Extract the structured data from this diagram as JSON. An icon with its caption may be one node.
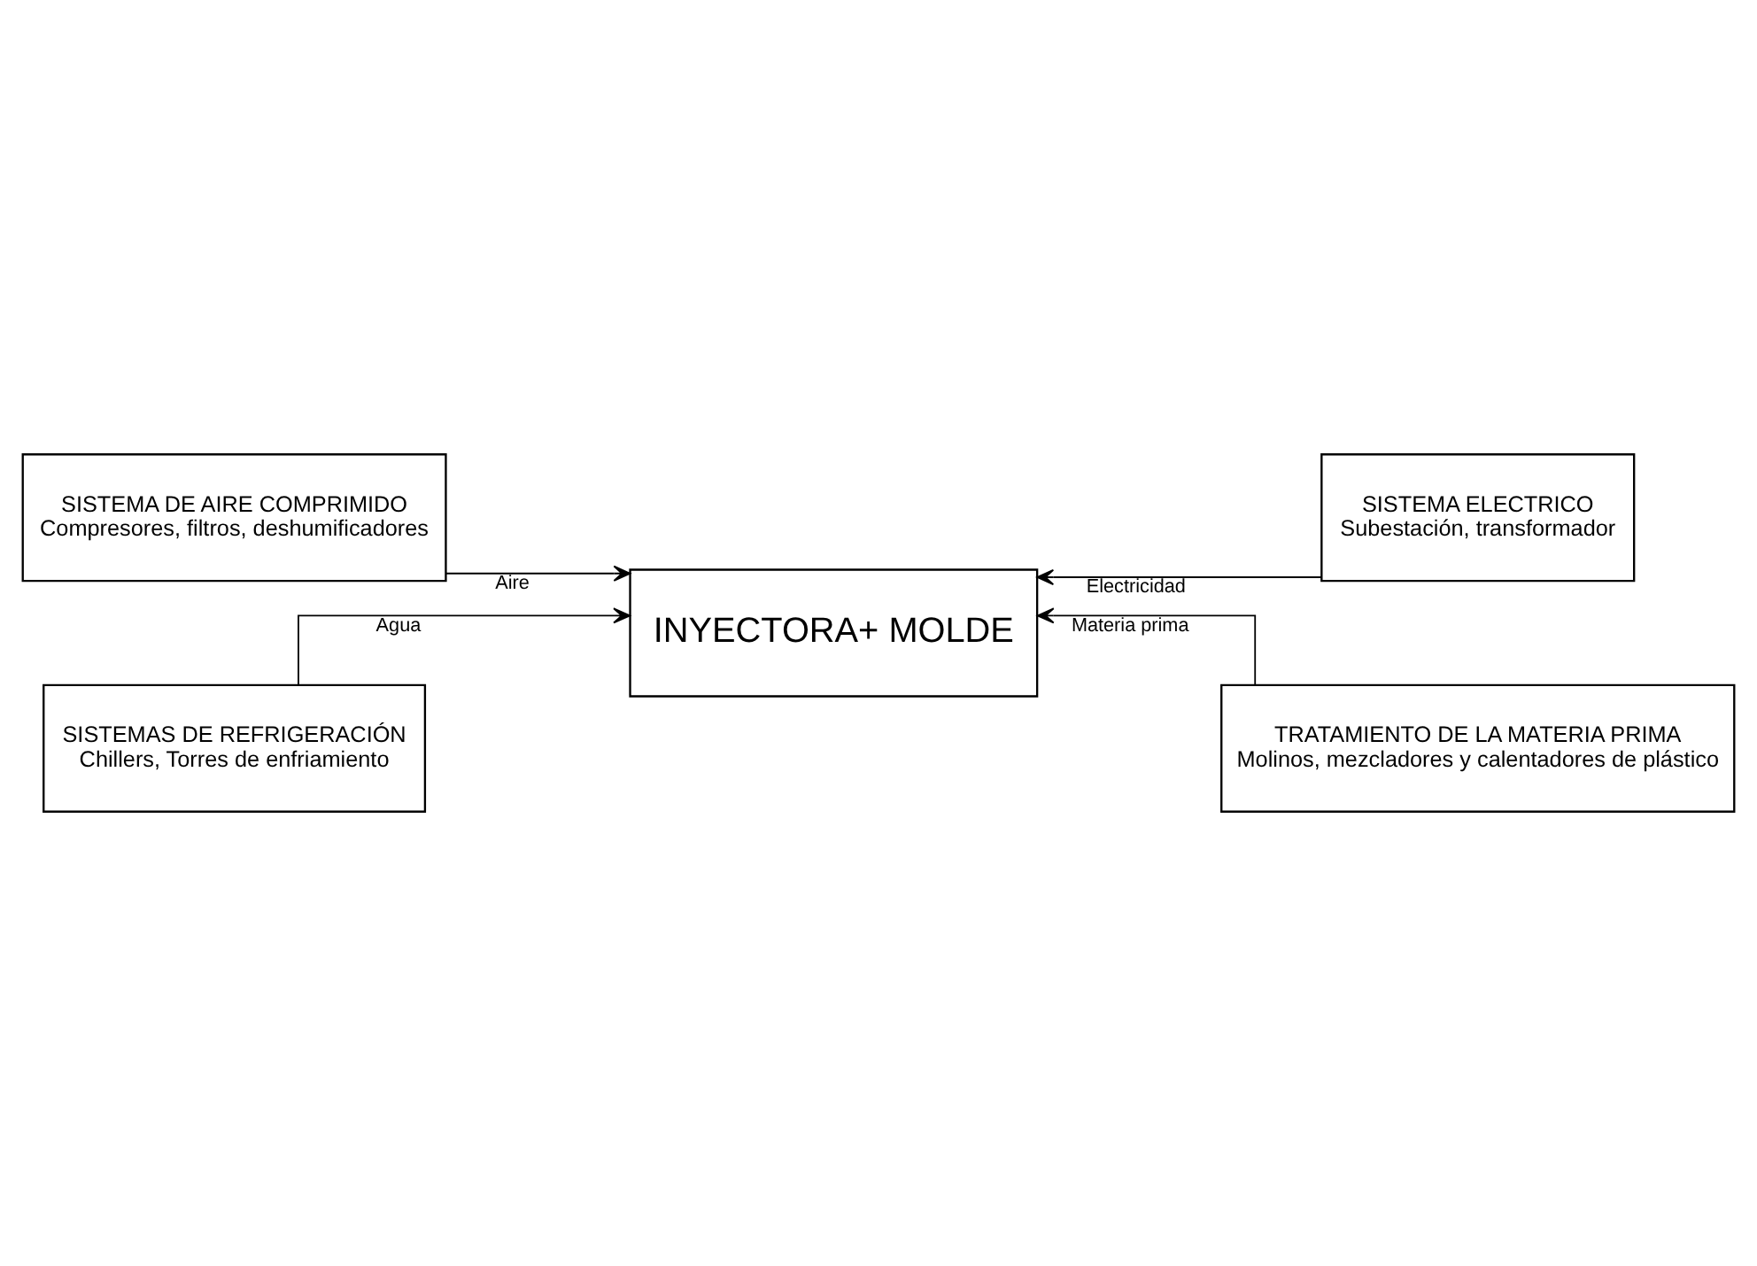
{
  "diagram": {
    "nodes": [
      {
        "text": [
          "SISTEMA DE AIRE COMPRIMIDO",
          "Compresores, filtros, deshumificadores"
        ]
      },
      {
        "text": [
          "SISTEMA ELECTRICO",
          "Subestación, transformador"
        ]
      },
      {
        "text": [
          "INYECTORA+ MOLDE"
        ]
      },
      {
        "text": [
          "SISTEMAS DE REFRIGERACIÓN",
          "Chillers, Torres de enfriamiento"
        ]
      },
      {
        "text": [
          "TRATAMIENTO DE LA MATERIA PRIMA",
          "Molinos, mezcladores y calentadores de plástico"
        ]
      }
    ],
    "edges": [
      {
        "from": 0,
        "to": 2,
        "arrow": "to",
        "label": "Aire"
      },
      {
        "from": 1,
        "to": 2,
        "arrow": "to",
        "label": "Electricidad"
      },
      {
        "from": 3,
        "to": 2,
        "arrow": "to",
        "label": "Agua"
      },
      {
        "from": 4,
        "to": 2,
        "arrow": "to",
        "label": "Materia prima"
      }
    ]
  }
}
